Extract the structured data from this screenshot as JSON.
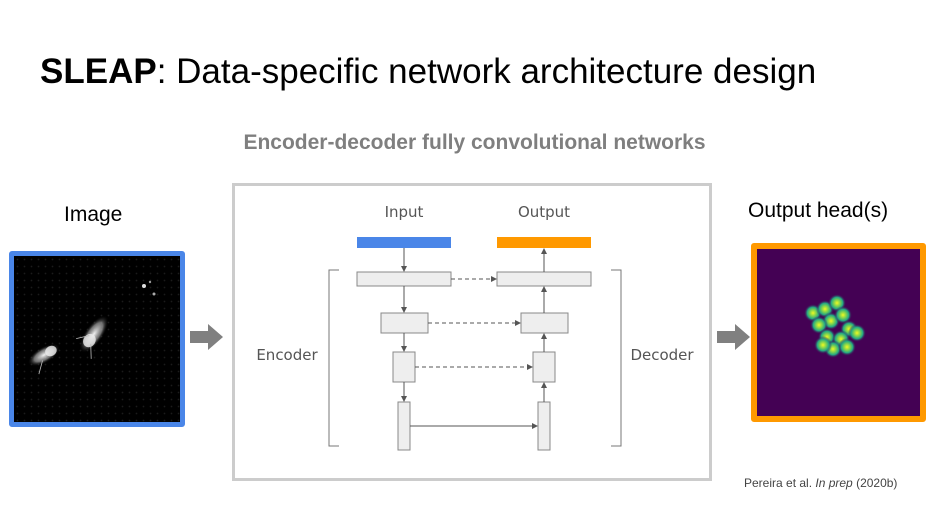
{
  "title": {
    "bold": "SLEAP",
    "rest": ": Data-specific network architecture design"
  },
  "subtitle": "Encoder-decoder fully convolutional networks",
  "left_label": "Image",
  "right_label": "Output head(s)",
  "diagram": {
    "input_label": "Input",
    "output_label": "Output",
    "encoder_label": "Encoder",
    "decoder_label": "Decoder",
    "input_color": "#4a86e8",
    "output_color": "#ff9900"
  },
  "citation": {
    "authors": "Pereira et al. ",
    "status": "In prep",
    "year": " (2020b)"
  },
  "icons": [
    "right-arrow-icon",
    "right-arrow-icon"
  ]
}
